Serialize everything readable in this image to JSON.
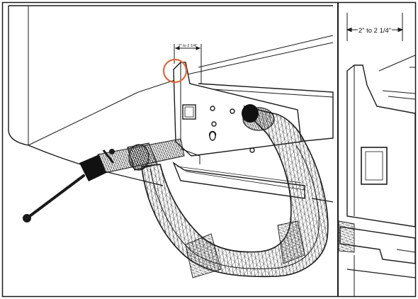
{
  "figure": {
    "panels": [
      {
        "id": "main-view",
        "dimension_label": "2\" to 2 1/4\"",
        "highlight": "circle-callout"
      },
      {
        "id": "detail-view",
        "dimension_label": "2\" to 2 1/4\""
      }
    ],
    "colors": {
      "line": "#1a1a1a",
      "highlight_circle": "#e06a3a",
      "clamp_mesh": "#2a2a2a",
      "background": "#ffffff"
    },
    "icons": [
      "c-clamp-icon",
      "mounting-bracket-icon",
      "callout-circle-icon"
    ]
  }
}
